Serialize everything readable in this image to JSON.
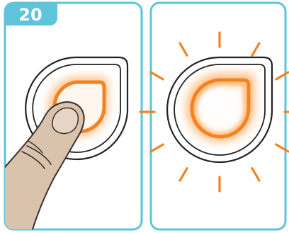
{
  "step": {
    "number": "20"
  },
  "colors": {
    "panel_border": "#5ec3db",
    "badge_fill": "#5ec3db",
    "badge_text": "#ffffff",
    "glow_orange": "#f58220",
    "glow_soft": "#ffc99a",
    "device_outline": "#222222",
    "skin": "#d9c3ad",
    "skin_shadow": "#c4a88e",
    "skin_outline": "#3a3030",
    "background": "#ffffff"
  },
  "panels": [
    {
      "id": "press",
      "state": "finger-pressing-button"
    },
    {
      "id": "glow",
      "state": "button-lit"
    }
  ],
  "icons": [
    "step-badge",
    "wearable-device-icon",
    "finger-press-icon",
    "light-rays-icon"
  ]
}
